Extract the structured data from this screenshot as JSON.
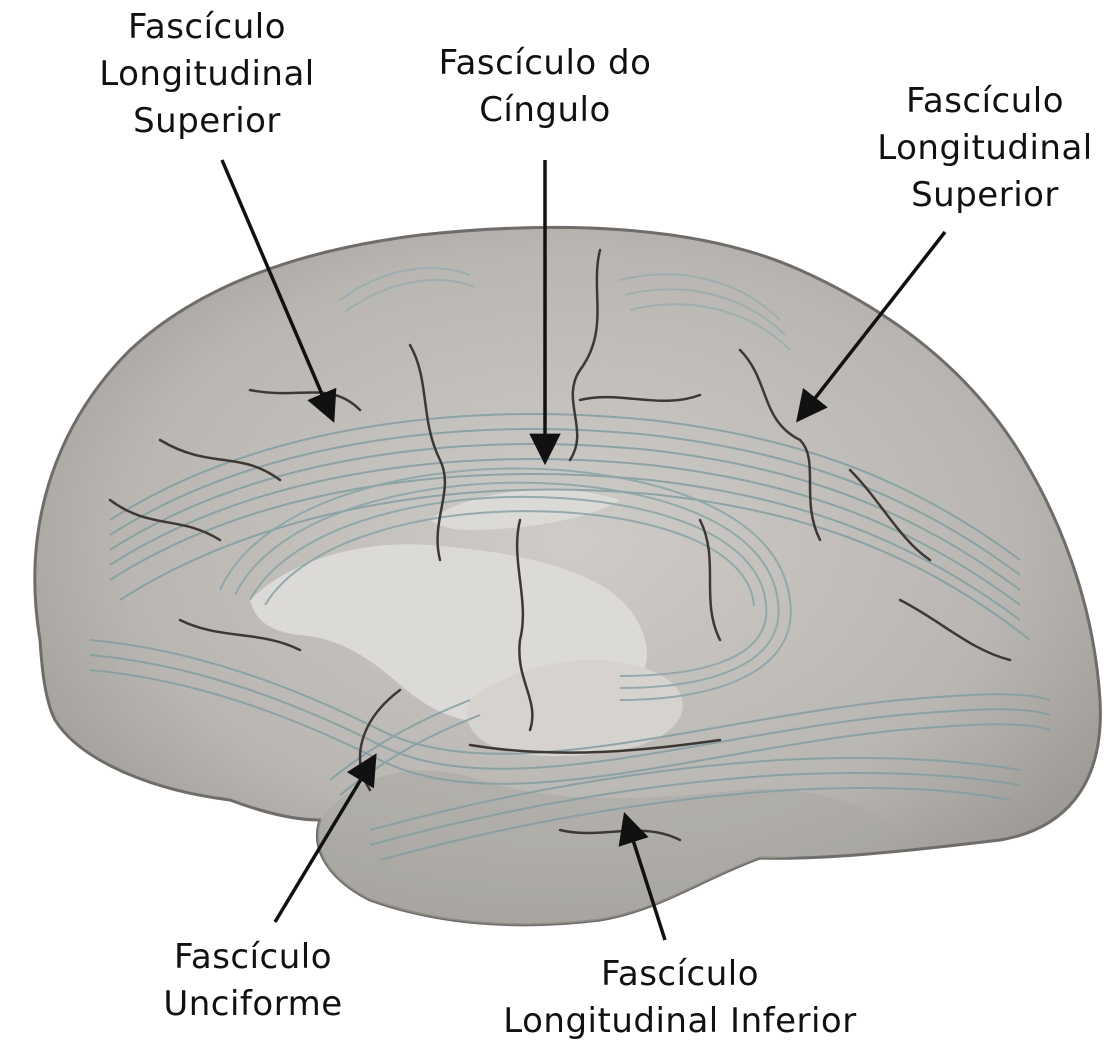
{
  "labels": {
    "sls_left": {
      "line1": "Fascículo",
      "line2": "Longitudinal",
      "line3": "Superior"
    },
    "cingulum": {
      "line1": "Fascículo do",
      "line2": "Cíngulo"
    },
    "sls_right": {
      "line1": "Fascículo",
      "line2": "Longitudinal",
      "line3": "Superior"
    },
    "uncinate": {
      "line1": "Fascículo",
      "line2": "Unciforme"
    },
    "ilf": {
      "line1": "Fascículo",
      "line2": "Longitudinal Inferior"
    }
  },
  "colors": {
    "brain_fill": "#b9b6b2",
    "brain_edge": "#6f6c69",
    "sulcus": "#3e3835",
    "fiber": "#7f9fa3",
    "fiber_light": "#c9d4d4",
    "pale_region": "#dcdad6",
    "arrow": "#111111"
  }
}
